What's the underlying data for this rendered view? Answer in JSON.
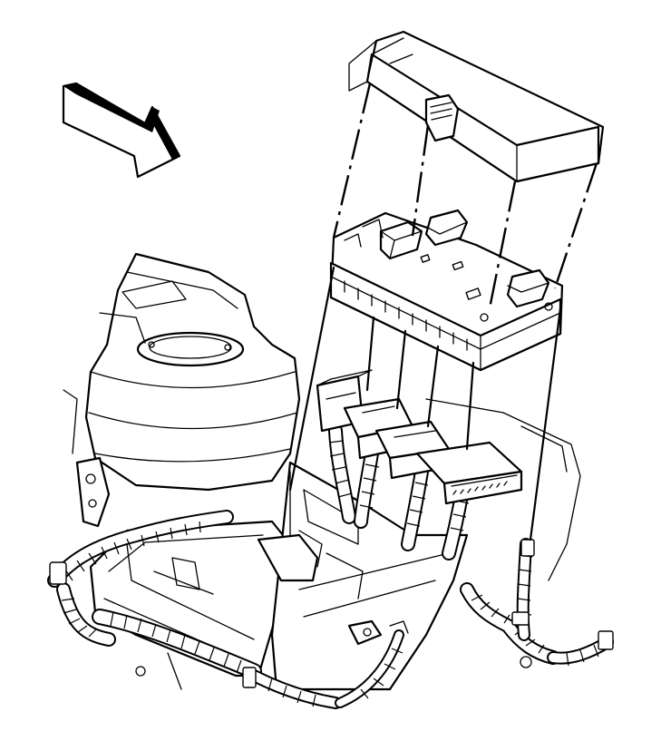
{
  "diagram": {
    "kind": "exploded-view line drawing",
    "components": [
      "fuse-box-cover",
      "fuse-block",
      "relay-connectors",
      "fuse-block-bracket",
      "wiring-harness",
      "engine-component-housing",
      "direction-arrow"
    ],
    "colors": {
      "line": "#000000",
      "fill": "#ffffff"
    }
  }
}
